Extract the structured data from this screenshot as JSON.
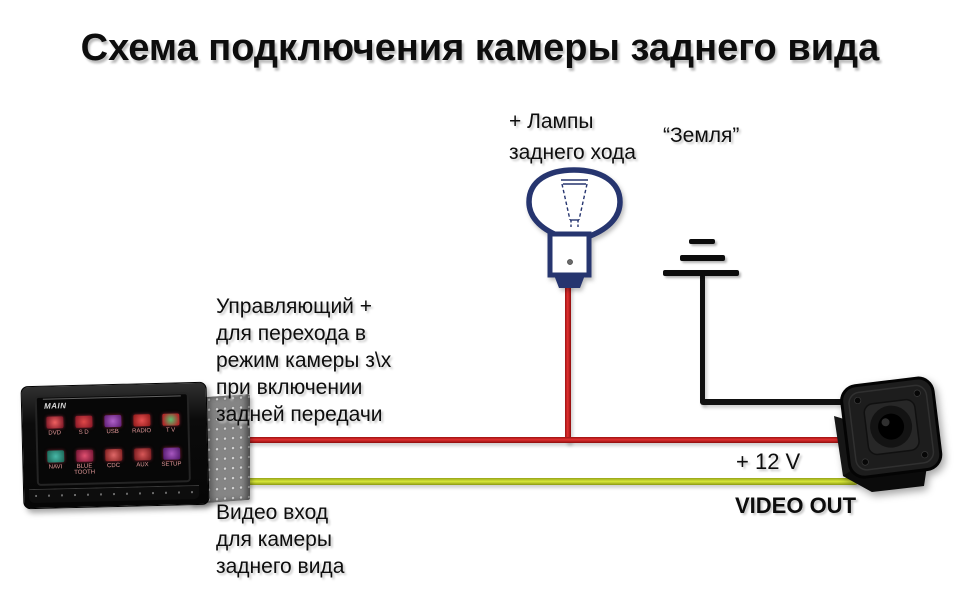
{
  "title": "Схема подключения камеры заднего вида",
  "labels": {
    "lamp_line1": "+ Лампы",
    "lamp_line2": "заднего хода",
    "ground": "“Земля”",
    "control_plus": {
      "0": "Управляющий +",
      "1": "для перехода в",
      "2": "режим камеры з\\х",
      "3": "при включении",
      "4": "задней передачи"
    },
    "video_in": {
      "0": "Видео вход",
      "1": "для камеры",
      "2": "заднего вида"
    },
    "plus_12v": "+ 12 V",
    "video_out": "VIDEO OUT"
  },
  "head_unit": {
    "screen_title": "MAIN",
    "menu": [
      {
        "label": "DVD"
      },
      {
        "label": "S D"
      },
      {
        "label": "USB"
      },
      {
        "label": "RADIO"
      },
      {
        "label": "T V"
      },
      {
        "label": "NAVI"
      },
      {
        "label": "BLUE TOOTH"
      },
      {
        "label": "CDC"
      },
      {
        "label": "AUX"
      },
      {
        "label": "SETUP"
      }
    ]
  },
  "colors": {
    "wire_red": "#c32222",
    "wire_yellow": "#c9d930",
    "wire_black": "#111111",
    "bulb_outline": "#26356f"
  }
}
